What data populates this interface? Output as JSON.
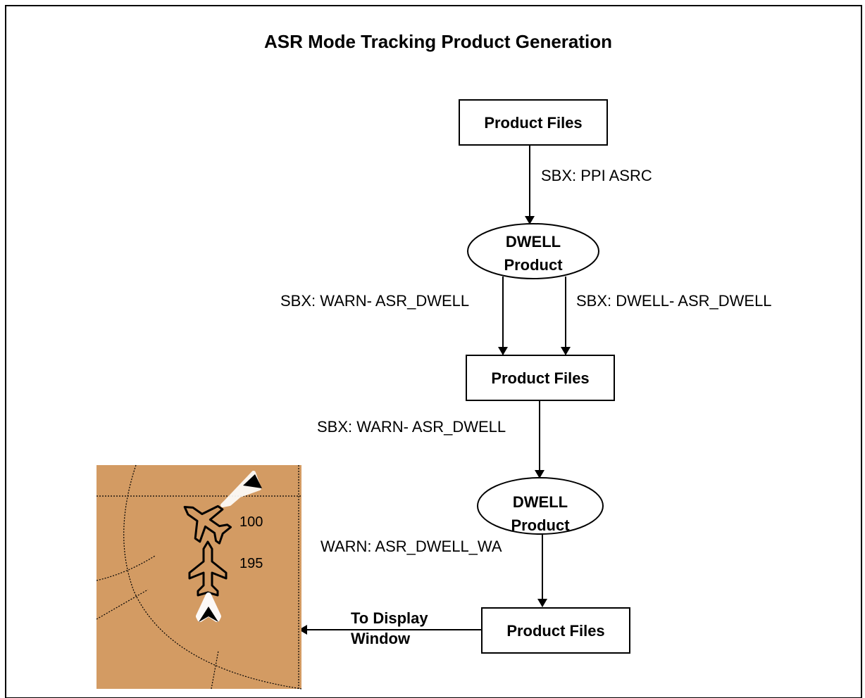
{
  "title": "ASR Mode Tracking Product Generation",
  "nodes": {
    "product_files_1": "Product Files",
    "dwell_product_1": [
      "DWELL",
      "Product"
    ],
    "product_files_2": "Product Files",
    "dwell_product_2": [
      "DWELL",
      "Product"
    ],
    "product_files_3": "Product Files"
  },
  "edge_labels": {
    "sbx_ppi_asrc": "SBX:  PPI ASRC",
    "sbx_warn_left": "SBX:  WARN- ASR_DWELL",
    "sbx_dwell_right": "SBX:  DWELL- ASR_DWELL",
    "sbx_warn_mid": "SBX:  WARN- ASR_DWELL",
    "warn_wa": "WARN: ASR_DWELL_WA",
    "to_display": [
      "To Display",
      "Window"
    ]
  },
  "radar_display": {
    "altitude_upper": "100",
    "altitude_lower": "195",
    "background_color": "#d39b63"
  }
}
